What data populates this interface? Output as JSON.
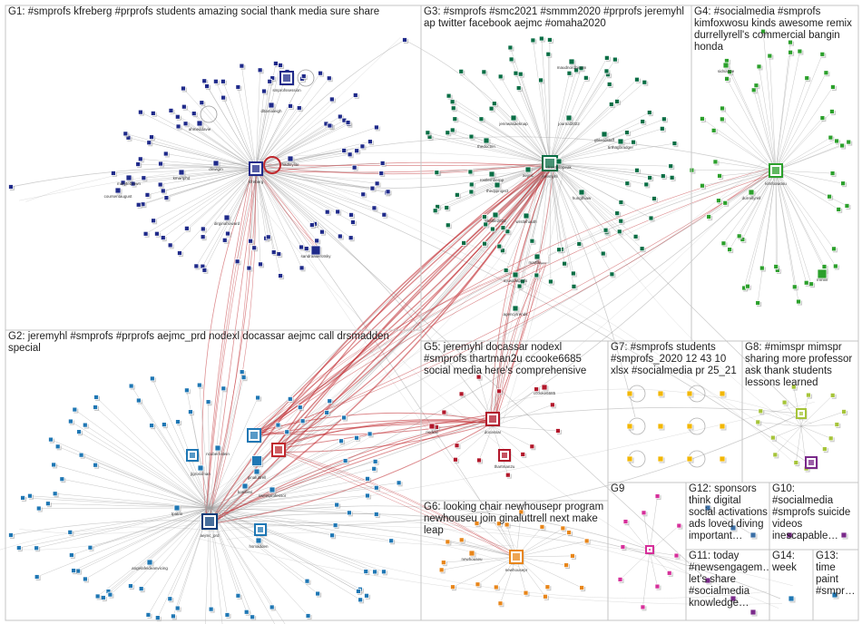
{
  "groups": [
    {
      "id": "G1",
      "label": "G1: #smprofs kfreberg #prprofs students amazing social thank media sure share"
    },
    {
      "id": "G3",
      "label": "G3: #smprofs #smc2021 #smmm2020 #prprofs jeremyhl ap twitter facebook aejmc #omaha2020"
    },
    {
      "id": "G4",
      "label": "G4: #socialmedia #smprofs kimfoxwosu kinds awesome remix durrellyrell's commercial bangin honda"
    },
    {
      "id": "G2",
      "label": "G2: jeremyhl #smprofs #prprofs aejmc_prd nodexl docassar aejmc call drsmadden special"
    },
    {
      "id": "G5",
      "label": "G5: jeremyhl docassar nodexl #smprofs thartman2u ccooke6685 social media here's comprehensive"
    },
    {
      "id": "G7",
      "label": "G7: #smprofs students #smprofs_2020 12 43 10 xlsx #socialmedia pr 25_21"
    },
    {
      "id": "G8",
      "label": "G8: #mimspr mimspr sharing more professor ask thank students lessons learned"
    },
    {
      "id": "G6",
      "label": "G6: looking chair newhousepr program newhouseu join ginaluttrell next make leap"
    },
    {
      "id": "G9",
      "label": "G9"
    },
    {
      "id": "G12",
      "label": "G12: sponsors think digital social activations ads loved diving important…"
    },
    {
      "id": "G10",
      "label": "G10: #socialmedia #smprofs suicide videos inescapable…"
    },
    {
      "id": "G11",
      "label": "G11: today #newsengagem… let's share #socialmedia knowledge…"
    },
    {
      "id": "G14",
      "label": "G14: week"
    },
    {
      "id": "G13",
      "label": "G13: time paint #smpr…"
    }
  ],
  "node_labels": {
    "g1_hub": "kfreberg",
    "g1_top": "smprofssession",
    "g1_a": "ahmeddavie",
    "g1_b": "dltamaleigh",
    "g1_c": "sandraaukrotsky",
    "g1_d": "marytebrown",
    "g1_e": "kmartphd",
    "g1_f": "dirwigm",
    "g1_g": "coursentaugust",
    "g1_h": "dirginahoward",
    "g1_i": "hadleylite",
    "g3_hub": "jeremyhl",
    "g3_a": "maudnordbloom",
    "g3_b": "jennwasaeknap",
    "g3_c": "journal2022",
    "g3_d": "thedoctrin",
    "g3_e": "aejmc",
    "g3_f": "rostlemberpp",
    "g3_g": "dcastellopeak",
    "g3_h": "tirthagbradger",
    "g3_i": "thedjiproject",
    "g3_j": "seattle2022",
    "g3_k": "hungthiaw",
    "g3_l": "wrstlehauth",
    "g3_m": "marthaph",
    "g3_n": "gbloodstaff",
    "g3_o": "mswahaprcfs",
    "g3_p": "agencytrends",
    "g4_hub": "kimfoxwosu",
    "g4_a": "sidnanpe",
    "g4_b": "durrellyrell",
    "g4_c": "rrlmlin",
    "g2_hub": "aejmc_prd",
    "g2_a": "ncubernstein",
    "g2_b": "jlgrossman",
    "g2_c": "hsmadden",
    "g2_d": "ginaluttrell",
    "g2_e": "bonslevi",
    "g2_f": "angelafeldeanvicing",
    "g2_g": "sweetprofessor",
    "g2_h": "tpatrix",
    "g5_hub": "docassar",
    "g5_a": "thartman2u",
    "g5_b": "nodexl",
    "g5_c": "ccooke6685",
    "g6_hub": "newhousepr",
    "g6_a": "newhouseu"
  },
  "colors": {
    "edge": "#8a8a8a",
    "edge_red": "#c0282d",
    "g1": "#1f2a8a",
    "g3": "#0a6e45",
    "g4": "#2ca02c",
    "g2": "#1f77b4",
    "g5": "#b2182b",
    "g6": "#e8861a",
    "g7": "#f2b705",
    "g8": "#a6c43a",
    "g9": "#d62f9a",
    "g10": "#7a2a8a",
    "g11": "#7a2a8a",
    "g12": "#3a6ea5",
    "g13": "#1f77b4",
    "g14": "#1f77b4"
  }
}
